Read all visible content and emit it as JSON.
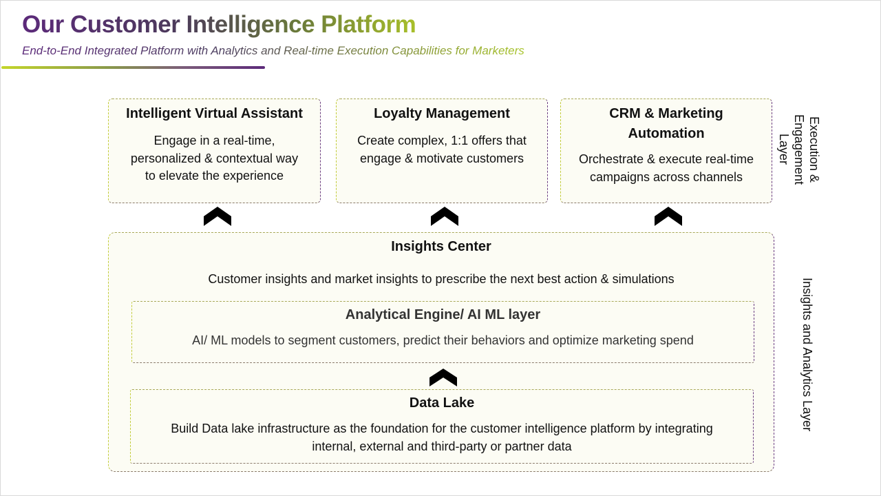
{
  "header": {
    "title": "Our Customer Intelligence Platform",
    "subtitle": "End-to-End Integrated Platform with Analytics and Real-time Execution Capabilities for Marketers"
  },
  "execution_layer": {
    "label_line1": "Execution &",
    "label_line2": "Engagement",
    "label_line3": "Layer",
    "cards": [
      {
        "title": "Intelligent Virtual Assistant",
        "lines": [
          "Engage in a real-time,",
          "personalized & contextual way",
          "to elevate the experience"
        ]
      },
      {
        "title": "Loyalty Management",
        "lines": [
          "Create complex, 1:1 offers that",
          "engage & motivate customers"
        ]
      },
      {
        "title_line1": "CRM & Marketing",
        "title_line2": "Automation",
        "lines": [
          "Orchestrate & execute real-time",
          "campaigns across channels"
        ]
      }
    ]
  },
  "insights_layer": {
    "label": "Insights and Analytics Layer",
    "insights_center": {
      "title": "Insights Center",
      "description": "Customer insights and market insights to prescribe the next best action & simulations"
    },
    "analytical_engine": {
      "title": "Analytical Engine/ AI ML layer",
      "description": "AI/ ML models to segment customers, predict their behaviors and optimize marketing spend"
    },
    "data_lake": {
      "title": "Data Lake",
      "lines": [
        "Build Data lake infrastructure as the foundation for the customer intelligence platform by integrating",
        "internal, external and third-party or partner data"
      ]
    }
  },
  "icons": {
    "arrow": "chevron-up-icon"
  }
}
